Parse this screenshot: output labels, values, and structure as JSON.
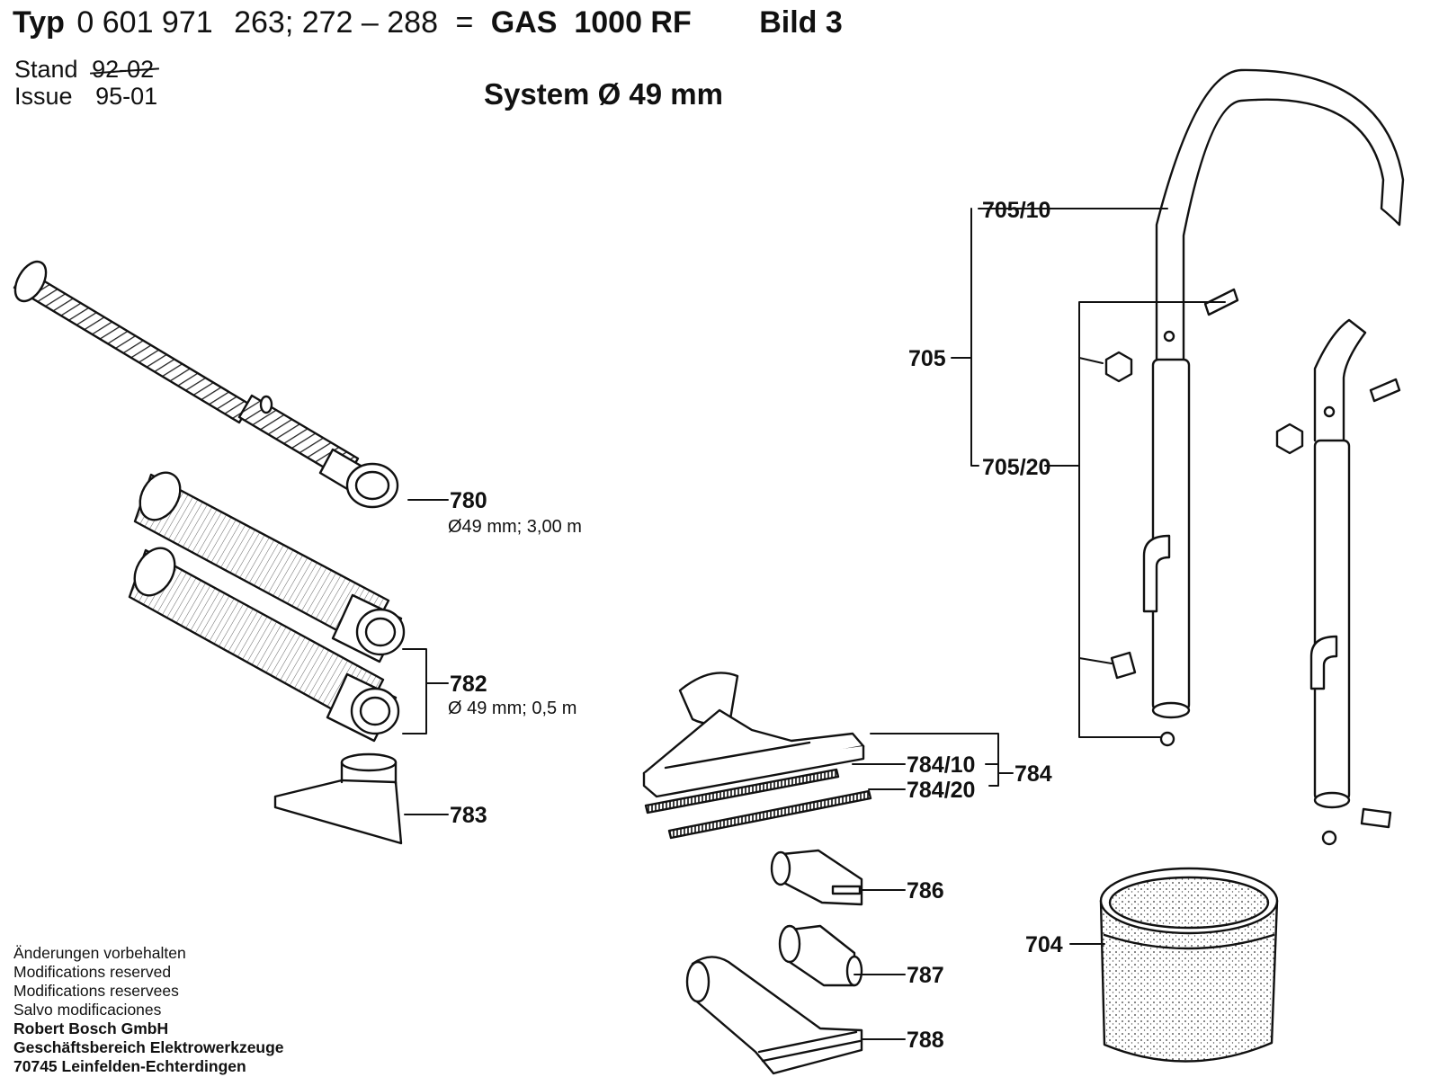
{
  "header": {
    "typ_prefix": "Typ",
    "typ_number": "0 601 971",
    "typ_range": "263; 272 – 288",
    "equals": "=",
    "model": "GAS  1000 RF",
    "bild": "Bild 3",
    "stand_label": "Stand",
    "stand_value": "92-02",
    "issue_label": "Issue",
    "issue_value": "95-01",
    "system": "System Ø 49 mm"
  },
  "parts": {
    "p780": "780",
    "p780_spec": "Ø49 mm; 3,00 m",
    "p782": "782",
    "p782_spec": "Ø 49 mm; 0,5 m",
    "p783": "783",
    "p705": "705",
    "p705_10": "705/10",
    "p705_20": "705/20",
    "p784": "784",
    "p784_10": "784/10",
    "p784_20": "784/20",
    "p786": "786",
    "p787": "787",
    "p788": "788",
    "p704": "704"
  },
  "footer": {
    "lines": [
      "Änderungen vorbehalten",
      "Modifications reserved",
      "Modifications reservees",
      "Salvo modificaciones"
    ],
    "company": [
      "Robert Bosch GmbH",
      "Geschäftsbereich Elektrowerkzeuge",
      "70745 Leinfelden-Echterdingen"
    ]
  }
}
